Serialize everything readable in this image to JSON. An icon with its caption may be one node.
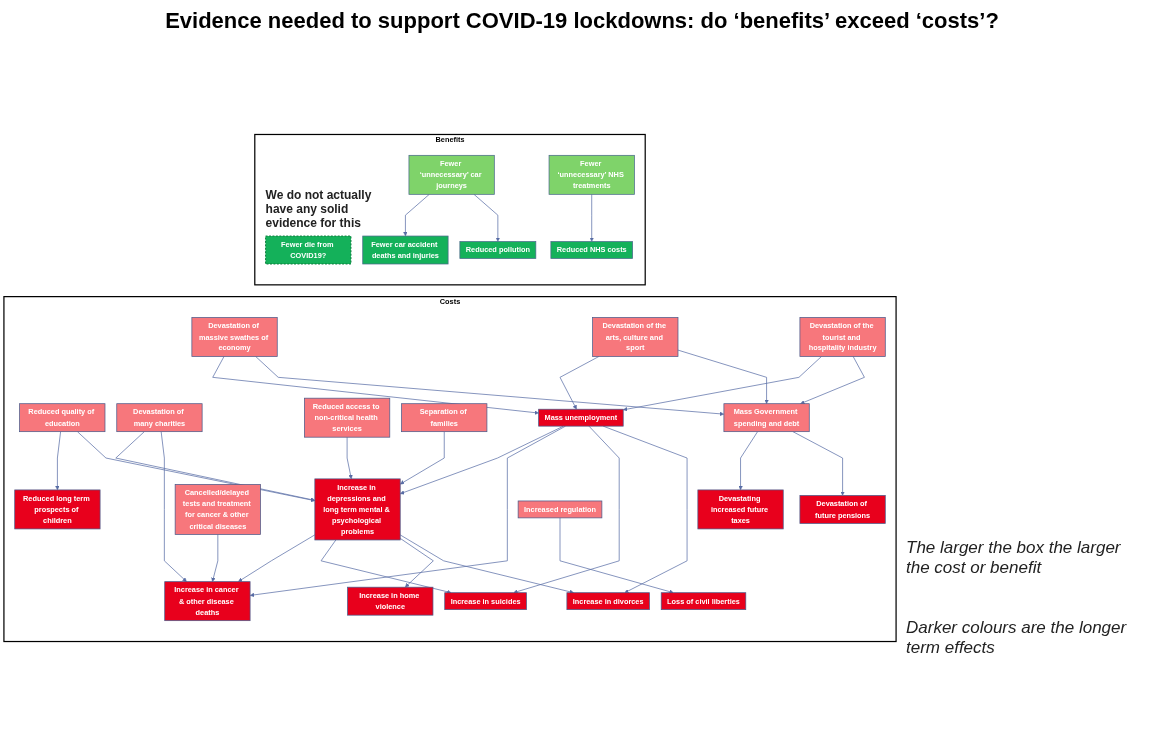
{
  "diagram": {
    "title": "Evidence needed to support COVID-19 lockdowns: do ‘benefits’ exceed ‘costs’?",
    "nodes": [
      {
        "text": [
          "Costs"
        ]
      },
      {
        "text": [
          "Reduced quality of education"
        ],
        "in": 0
      },
      {
        "text": [
          "Cancelled/delayed tests and treatment for cancer & other critical diseases"
        ],
        "in": 0
      },
      {
        "text": [
          "Reduced access to non-critical health services"
        ],
        "in": 0
      },
      {
        "text": [
          "Devastation of massive swathes of economy"
        ],
        "in": 0
      },
      {
        "text": [
          "Separation of families"
        ],
        "in": 0
      },
      {
        "text": [
          "Devastation of the arts, culture and sport"
        ],
        "in": 0
      },
      {
        "text": [
          "Devastation of many charities"
        ],
        "in": 0
      },
      {
        "text": [
          "Increase in depressions and long term mental & psychological problems"
        ],
        "in": 0
      },
      {
        "text": [
          "Devastation of the tourist and hospitality industry"
        ],
        "in": 0
      },
      {
        "text": [
          "Reduced long term prospects of children"
        ],
        "in": 0
      },
      {
        "text": [
          "Increase in cancer & other disease deaths"
        ],
        "in": 0
      },
      {
        "text": [
          "Mass unemployment"
        ],
        "in": 0
      },
      {
        "text": [
          "Mass Government spending and debt"
        ],
        "in": 0
      },
      {
        "text": [
          "Increased regulation"
        ],
        "in": 0
      },
      {
        "text": [
          "Increase in suicides"
        ],
        "in": 0
      },
      {
        "text": [
          "Loss of civil liberties"
        ],
        "in": 0
      },
      {
        "text": [
          "Increase in home violence"
        ],
        "in": 0
      },
      {
        "text": [
          "Increase in divorces"
        ],
        "in": 0
      },
      {
        "text": [
          "Devastating increased future taxes"
        ],
        "in": 0
      },
      {
        "text": [
          "Devastation of future pensions"
        ],
        "in": 0
      },
      {
        "text": [
          "Benefits"
        ]
      },
      {
        "text": [
          "Fewer die from COVID19?"
        ],
        "in": 21,
        "beside": [
          "We do not actually have any solid evidence for this"
        ]
      },
      {
        "text": [
          "Fewer ‘unnecessary’ car journeys"
        ],
        "in": 21
      },
      {
        "text": [
          "Fewer ‘unnecessary’ NHS treatments"
        ],
        "in": 21
      },
      {
        "text": [
          "Fewer car accident deaths and injuries"
        ],
        "in": 21
      },
      {
        "text": [
          "Reduced pollution"
        ],
        "in": 21
      },
      {
        "text": [
          "Reduced NHS costs"
        ],
        "in": 21
      }
    ],
    "edges": [
      {
        "from": 1,
        "to": 10,
        "arrow": "to"
      },
      {
        "from": 1,
        "to": 8,
        "arrow": "to"
      },
      {
        "from": 7,
        "to": 8,
        "arrow": "to"
      },
      {
        "from": 7,
        "to": 11,
        "arrow": "to"
      },
      {
        "from": 2,
        "to": 11,
        "arrow": "to"
      },
      {
        "from": 3,
        "to": 8,
        "arrow": "to"
      },
      {
        "from": 5,
        "to": 8,
        "arrow": "to"
      },
      {
        "from": 8,
        "to": 11,
        "arrow": "to"
      },
      {
        "from": 8,
        "to": 15,
        "arrow": "to"
      },
      {
        "from": 8,
        "to": 17,
        "arrow": "to"
      },
      {
        "from": 8,
        "to": 18,
        "arrow": "to"
      },
      {
        "from": 12,
        "to": 8,
        "arrow": "to"
      },
      {
        "from": 12,
        "to": 11,
        "arrow": "to"
      },
      {
        "from": 12,
        "to": 15,
        "arrow": "to"
      },
      {
        "from": 12,
        "to": 18,
        "arrow": "to"
      },
      {
        "from": 4,
        "to": 12,
        "arrow": "to"
      },
      {
        "from": 6,
        "to": 12,
        "arrow": "to"
      },
      {
        "from": 9,
        "to": 12,
        "arrow": "to"
      },
      {
        "from": 9,
        "to": 13,
        "arrow": "to"
      },
      {
        "from": 6,
        "to": 13,
        "arrow": "to"
      },
      {
        "from": 4,
        "to": 13,
        "arrow": "to"
      },
      {
        "from": 13,
        "to": 19,
        "arrow": "to"
      },
      {
        "from": 13,
        "to": 20,
        "arrow": "to"
      },
      {
        "from": 14,
        "to": 16,
        "arrow": "to"
      },
      {
        "from": 23,
        "to": 25,
        "arrow": "to"
      },
      {
        "from": 23,
        "to": 26,
        "arrow": "to"
      },
      {
        "from": 24,
        "to": 27,
        "arrow": "to"
      }
    ],
    "labels": [
      "The larger the box the larger the cost or benefit",
      "Darker colours are the longer term effects"
    ]
  }
}
